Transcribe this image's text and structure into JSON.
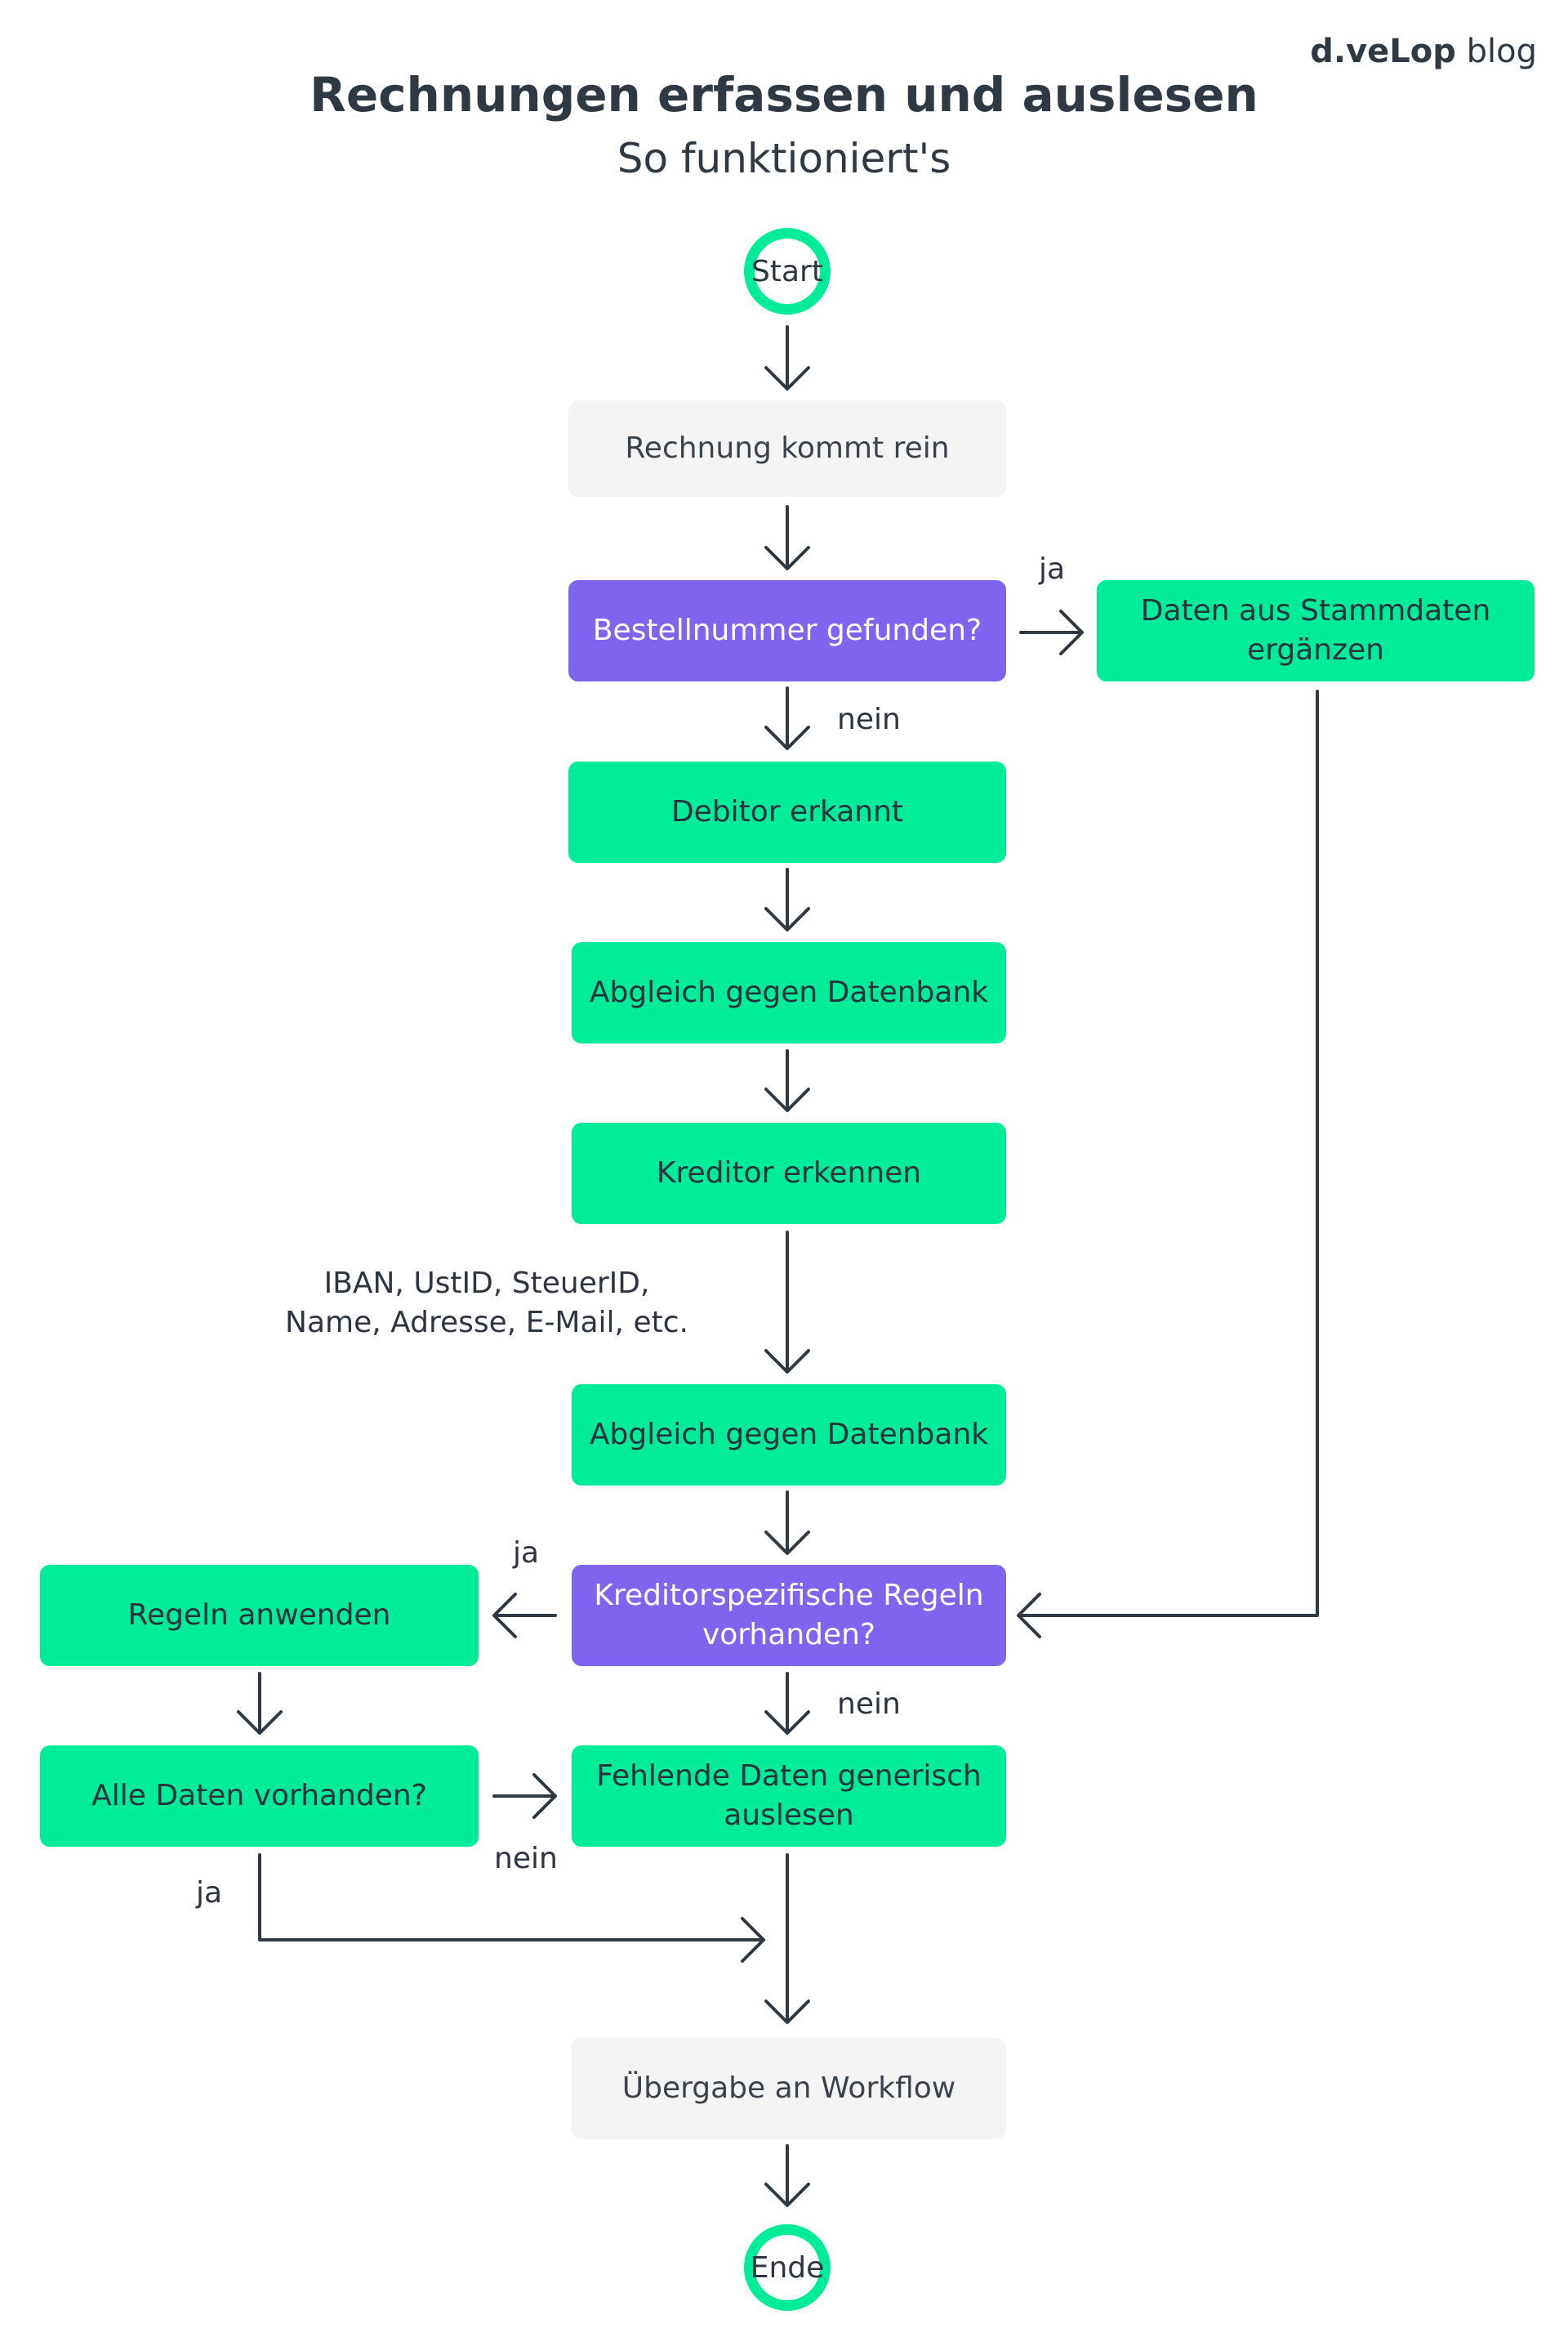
{
  "header": {
    "title": "Rechnungen erfassen und auslesen",
    "subtitle": "So funktioniert's",
    "brand_bold": "d.veLop",
    "brand_light": "blog"
  },
  "nodes": {
    "start": "Start",
    "rechnung": "Rechnung kommt rein",
    "bestellnummer": "Bestellnummer gefunden?",
    "stammdaten": "Daten aus Stammdaten ergänzen",
    "debitor": "Debitor erkannt",
    "abgleich1": "Abgleich gegen Datenbank",
    "kreditor": "Kreditor erkennen",
    "abgleich2": "Abgleich gegen Datenbank",
    "regeln_vorhanden": "Kreditorspezifische Regeln vorhanden?",
    "regeln_anwenden": "Regeln anwenden",
    "alle_daten": "Alle Daten vorhanden?",
    "fehlende_daten": "Fehlende Daten generisch auslesen",
    "uebergabe": "Übergabe an Workflow",
    "ende": "Ende"
  },
  "edge_labels": {
    "ja_bestellnummer": "ja",
    "nein_bestellnummer": "nein",
    "ja_regeln": "ja",
    "nein_regeln": "nein",
    "nein_alle_daten": "nein",
    "ja_alle_daten": "ja"
  },
  "notes": {
    "kreditor_line1": "IBAN, UstID, SteuerID,",
    "kreditor_line2": "Name, Adresse, E-Mail, etc."
  },
  "colors": {
    "green": "#00ec98",
    "purple": "#8064f0",
    "grey": "#f4f4f4",
    "dark": "#2f3944"
  }
}
